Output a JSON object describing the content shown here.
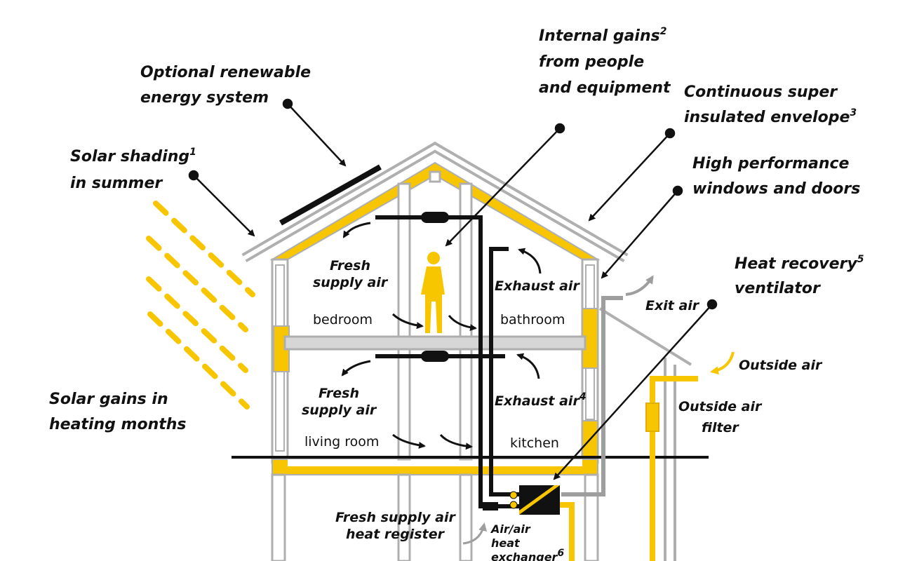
{
  "colors": {
    "insulation": "#F7C600",
    "wall": "#AFAFAF",
    "duct": "#111111",
    "gray_duct": "#9E9E9E",
    "text": "#111111"
  },
  "icons": [
    "sun-ray-icon",
    "person-silhouette-icon",
    "solar-panel-icon",
    "heat-exchanger-icon",
    "filter-icon"
  ],
  "labels": {
    "renewable": {
      "line1": "Optional renewable",
      "line2": "energy system"
    },
    "internal_gains": {
      "line1": "Internal gains",
      "sup": "2",
      "line2": "from people",
      "line3": "and equipment"
    },
    "envelope": {
      "line1": "Continuous super",
      "line2": "insulated envelope",
      "sup": "3"
    },
    "windows": {
      "line1": "High performance",
      "line2": "windows and doors"
    },
    "solar_shading": {
      "line1": "Solar shading",
      "sup": "1",
      "line2": "in summer"
    },
    "hrv": {
      "line1": "Heat recovery",
      "sup": "5",
      "line2": "ventilator"
    },
    "exit_air": "Exit air",
    "outside_air": "Outside air",
    "outside_filter": {
      "line1": "Outside air",
      "line2": "filter"
    },
    "solar_gains": {
      "line1": "Solar gains in",
      "line2": "heating months"
    },
    "fresh_supply_upper": {
      "line1": "Fresh",
      "line2": "supply air"
    },
    "fresh_supply_lower": {
      "line1": "Fresh",
      "line2": "supply air"
    },
    "exhaust_upper": "Exhaust air",
    "exhaust_lower": {
      "text": "Exhaust air",
      "sup": "4"
    },
    "register": {
      "line1": "Fresh supply air",
      "line2": "heat register"
    },
    "exchanger": {
      "line1": "Air/air",
      "line2": "heat",
      "line3": "exchanger",
      "sup": "6"
    }
  },
  "rooms": {
    "bedroom": "bedroom",
    "bathroom": "bathroom",
    "living_room": "living room",
    "kitchen": "kitchen"
  }
}
